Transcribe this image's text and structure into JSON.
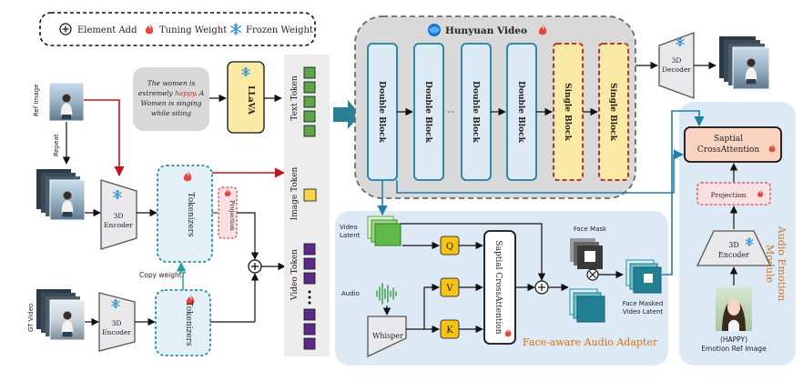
{
  "legend": {
    "element_add": "Element Add",
    "tuning_weight": "Tuning Weight",
    "frozen_weight": "Frozen Weight"
  },
  "left": {
    "ref_image": "Ref Image",
    "repeat": "Repeat",
    "gt_video": "GT Video",
    "prompt_line1": "The women is",
    "prompt_line2a": "extremely ",
    "prompt_happy": "happy",
    "prompt_line2b": ". A",
    "prompt_line3": "Women is singing",
    "prompt_line4": "while siting",
    "llava": "LLaVA",
    "encoder_top_1": "3D",
    "encoder_top_2": "Encoder",
    "encoder_bot_1": "3D",
    "encoder_bot_2": "Encoder",
    "tokenizers_top": "Tokenizers",
    "tokenizers_bot": "Tokenizers",
    "projection": "Projection",
    "copy_weight": "Copy weight",
    "text_token": "Text Token",
    "image_token": "Image Token",
    "video_token": "Video Token"
  },
  "hunyuan": {
    "title": "Hunyuan Video",
    "double_block": "Double Block",
    "single_block": "Single Block",
    "ellipsis": "···",
    "decoder_1": "3D",
    "decoder_2": "Decoder"
  },
  "audio_adapter": {
    "title": "Face-aware Audio Adapter",
    "video_latent_1": "Video",
    "video_latent_2": "Latent",
    "audio": "Audio",
    "whisper": "Whisper",
    "q": "Q",
    "v": "V",
    "k": "K",
    "cross_attention": "Saptial CrossAttention",
    "face_mask": "Face Mask",
    "face_masked_1": "Face Masked",
    "face_masked_2": "Video Latent"
  },
  "emotion": {
    "cross_attn_1": "Saptial",
    "cross_attn_2": "CrossAttention",
    "projection": "Projection",
    "encoder_1": "3D",
    "encoder_2": "Encoder",
    "happy": "(HAPPY)",
    "ref_label": "Emotion Ref Image",
    "module_1": "Audio Emotion",
    "module_2": "Module"
  }
}
